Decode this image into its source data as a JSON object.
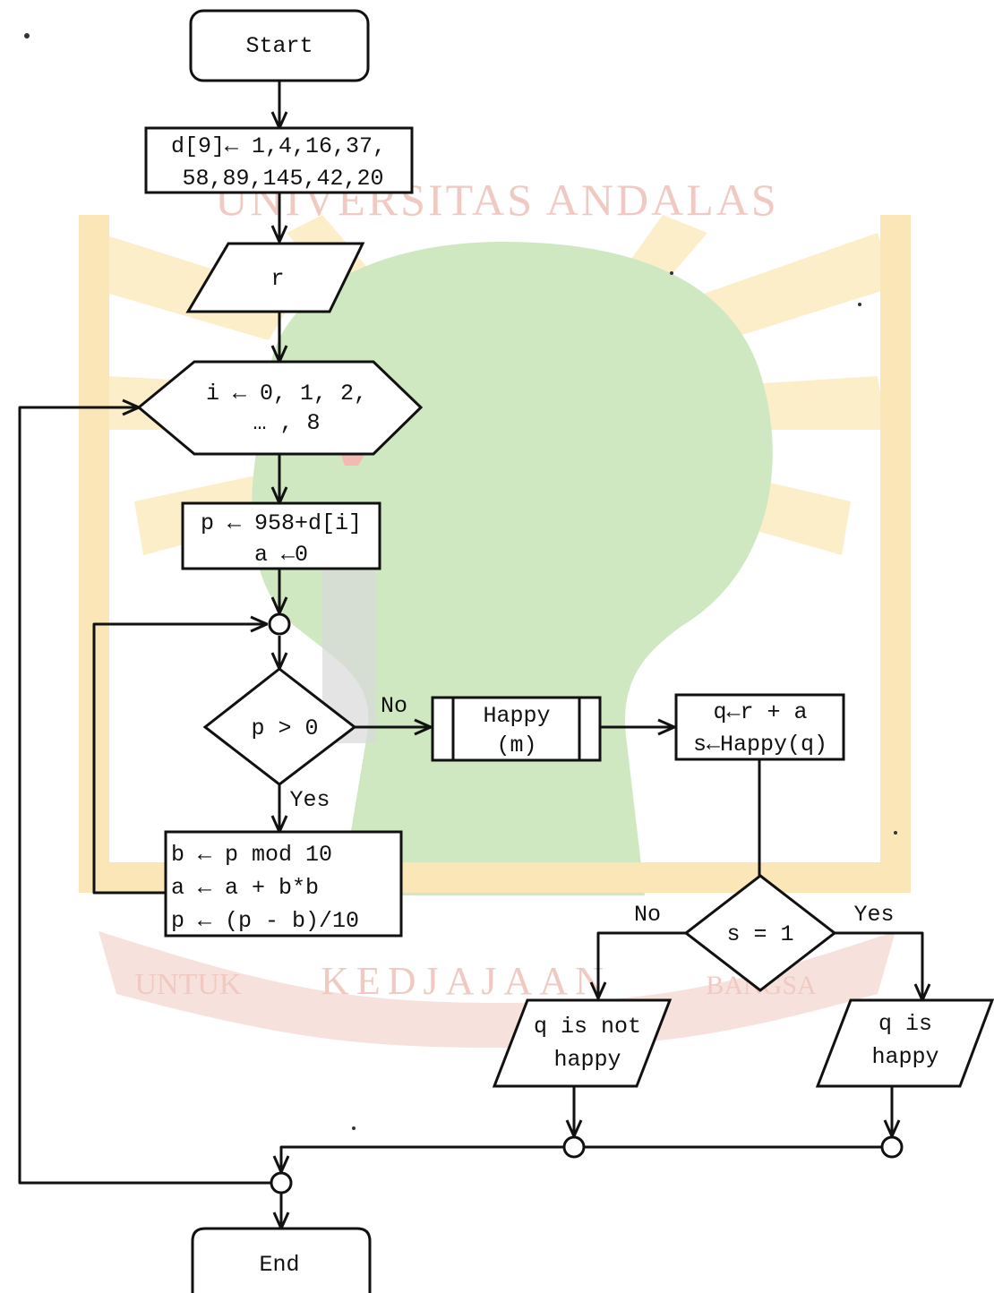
{
  "watermark": {
    "top_text": "UNIVERSITAS ANDALAS",
    "bottom_left": "UNTUK",
    "bottom_middle": "KEDJAJAAN",
    "bottom_right": "BANGSA",
    "colors": {
      "tree": "#cfe8c2",
      "rays": "#fbeec9",
      "ribbon": "#f6dcd6",
      "text": "#f1c9c3"
    }
  },
  "flowchart": {
    "start": "Start",
    "init_line1": "d[9]← 1,4,16,37,",
    "init_line2": "58,89,145,42,20",
    "input_r": "r",
    "loop_line1": "i ← 0, 1, 2,",
    "loop_line2": "… , 8",
    "assign_line1": "p ← 958+d[i]",
    "assign_line2": "a ←0",
    "cond_p": "p > 0",
    "cond_p_no": "No",
    "cond_p_yes": "Yes",
    "body_line1": "b ← p mod 10",
    "body_line2": "a ← a + b*b",
    "body_line3": "p ← (p - b)/10",
    "sub_line1": "Happy",
    "sub_line2": "(m)",
    "q_line1": "q←r + a",
    "q_line2": "s←Happy(q)",
    "cond_s": "s = 1",
    "cond_s_no": "No",
    "cond_s_yes": "Yes",
    "out_no_line1": "q is not",
    "out_no_line2": "happy",
    "out_yes_line1": "q is",
    "out_yes_line2": "happy",
    "end": "End"
  }
}
